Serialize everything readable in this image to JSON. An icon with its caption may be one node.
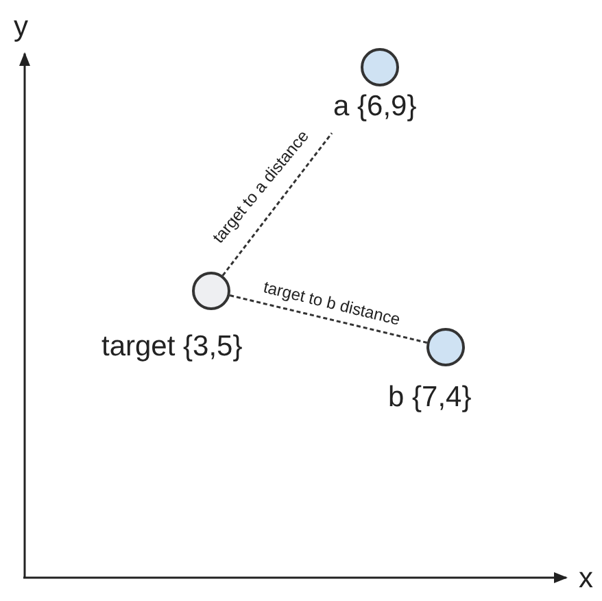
{
  "diagram": {
    "nodes": [
      {
        "text": [],
        "shape": "circle",
        "beside": [
          "target {3,5}"
        ]
      },
      {
        "text": [],
        "shape": "circle",
        "beside": [
          "a {6,9}"
        ]
      },
      {
        "text": [],
        "shape": "circle",
        "beside": [
          "b {7,4}"
        ]
      }
    ],
    "edges": [
      {
        "from": 0,
        "to": 1,
        "arrow": "none",
        "style": "dashed",
        "label": "target to a distance"
      },
      {
        "from": 0,
        "to": 2,
        "arrow": "none",
        "style": "dashed",
        "label": "target to b distance"
      }
    ],
    "labels": [
      "y",
      "x"
    ]
  }
}
